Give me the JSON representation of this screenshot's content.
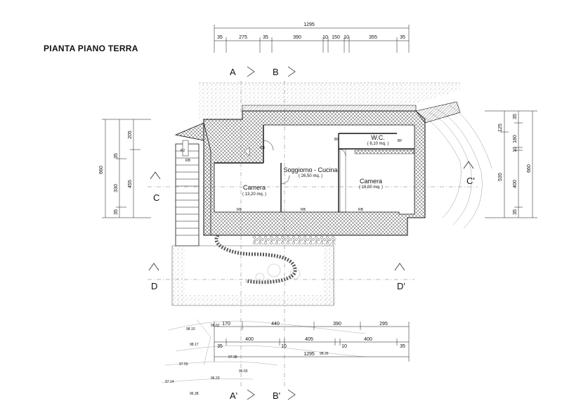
{
  "title": "PIANTA PIANO TERRA",
  "top_dimensions": {
    "total": "1295",
    "segments": [
      "35",
      "275",
      "35",
      "390",
      "10",
      "150",
      "10",
      "355",
      "35"
    ]
  },
  "bottom_dimensions": {
    "row1": [
      "170",
      "440",
      "390",
      "295"
    ],
    "row2": [
      "35",
      "400",
      "10",
      "405",
      "10",
      "400",
      "35"
    ],
    "total": "1295"
  },
  "left_dimensions": {
    "total": "660",
    "outer": [
      "205",
      "455"
    ],
    "inner": [
      "35",
      "330",
      "35"
    ]
  },
  "right_dimensions": {
    "total": "660",
    "outer": [
      "125",
      "535"
    ],
    "inner": [
      "35",
      "180",
      "10",
      "400",
      "35"
    ]
  },
  "sections": {
    "A": "A",
    "B": "B",
    "C": "C",
    "D": "D",
    "A_prime": "A'",
    "B_prime": "B'",
    "C_prime": "C'",
    "D_prime": "D'"
  },
  "rooms": [
    {
      "name": "Camera",
      "area": "( 13,20 mq. )"
    },
    {
      "name": "Soggiorno - Cucina",
      "area": "( 26,50 mq. )"
    },
    {
      "name": "W.C.",
      "area": "( 6,10 mq. )"
    },
    {
      "name": "Camera",
      "area": "( 16,00 mq. )"
    }
  ],
  "window_tags": [
    "RB",
    "RB",
    "RB",
    "RB",
    "P2",
    "RB",
    "BF",
    "BF"
  ],
  "terrain_levels": [
    "98.10",
    "98.62",
    "98.17",
    "97.55",
    "97.14",
    "97.38",
    "96.50",
    "96.23",
    "96.38",
    "98.26"
  ]
}
